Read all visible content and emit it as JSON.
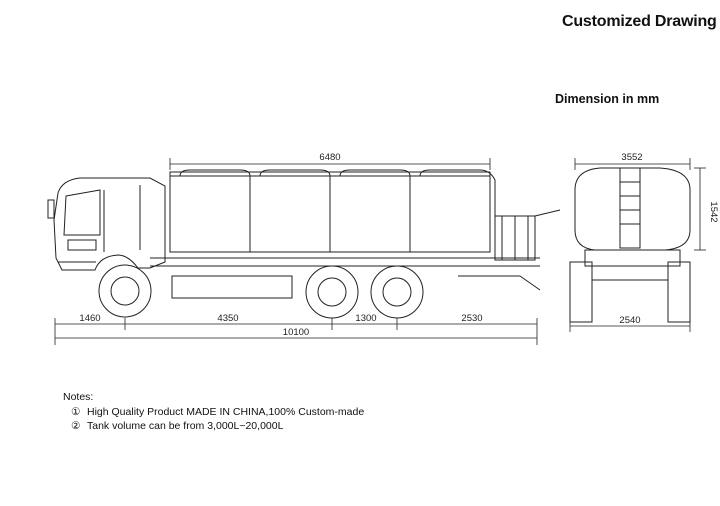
{
  "header": {
    "title": "Customized Drawing",
    "unit_note": "Dimension in mm"
  },
  "dimensions": {
    "tank_length": "6480",
    "front_overhang": "1460",
    "wheelbase_front": "4350",
    "axle_spacing": "1300",
    "rear_overhang": "2530",
    "overall_length": "10100",
    "tank_width": "3552",
    "tank_height": "1542",
    "track_width": "2540"
  },
  "notes": {
    "heading": "Notes:",
    "items": [
      {
        "marker": "①",
        "text": "High Quality Product MADE IN CHINA,100% Custom-made"
      },
      {
        "marker": "②",
        "text": "Tank volume can be from 3,000L~20,000L"
      }
    ]
  }
}
